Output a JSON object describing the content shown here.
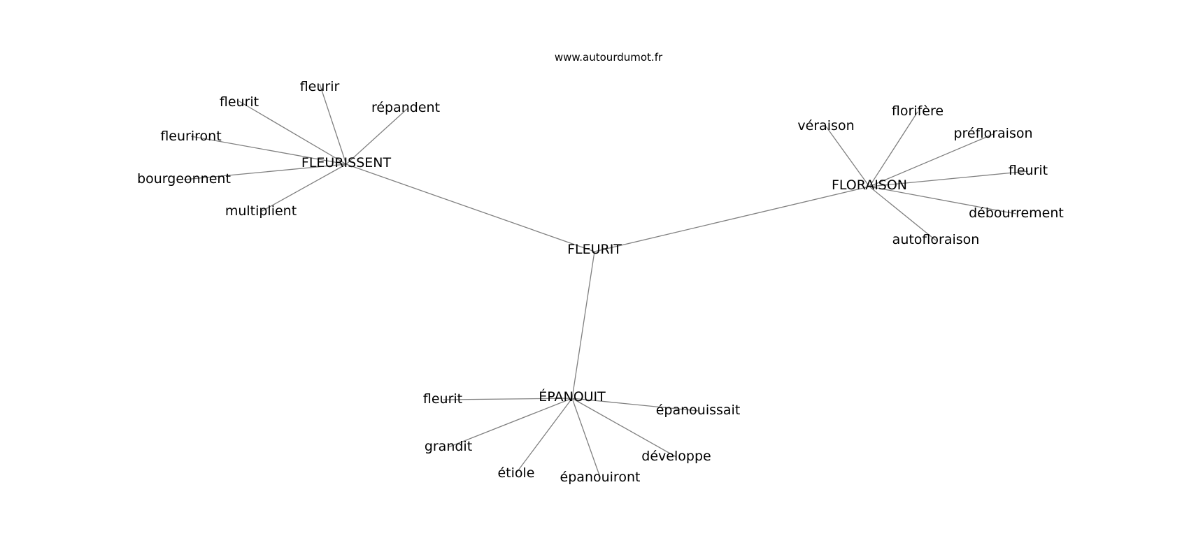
{
  "watermark": "www.autourdumot.fr",
  "center": {
    "id": "n0",
    "label": "FLEURIT"
  },
  "clusters": [
    {
      "id": "c1",
      "label": "FLEURISSENT",
      "leaves": [
        "fleurir",
        "répandent",
        "fleurit",
        "fleuriront",
        "bourgeonnent",
        "multiplient"
      ]
    },
    {
      "id": "c2",
      "label": "FLORAISON",
      "leaves": [
        "véraison",
        "florifère",
        "préfloraison",
        "fleurit",
        "débourrement",
        "autofloraison"
      ]
    },
    {
      "id": "c3",
      "label": "ÉPANOUIT",
      "leaves": [
        "fleurit",
        "épanouissait",
        "grandit",
        "développe",
        "étiole",
        "épanouiront"
      ]
    }
  ]
}
